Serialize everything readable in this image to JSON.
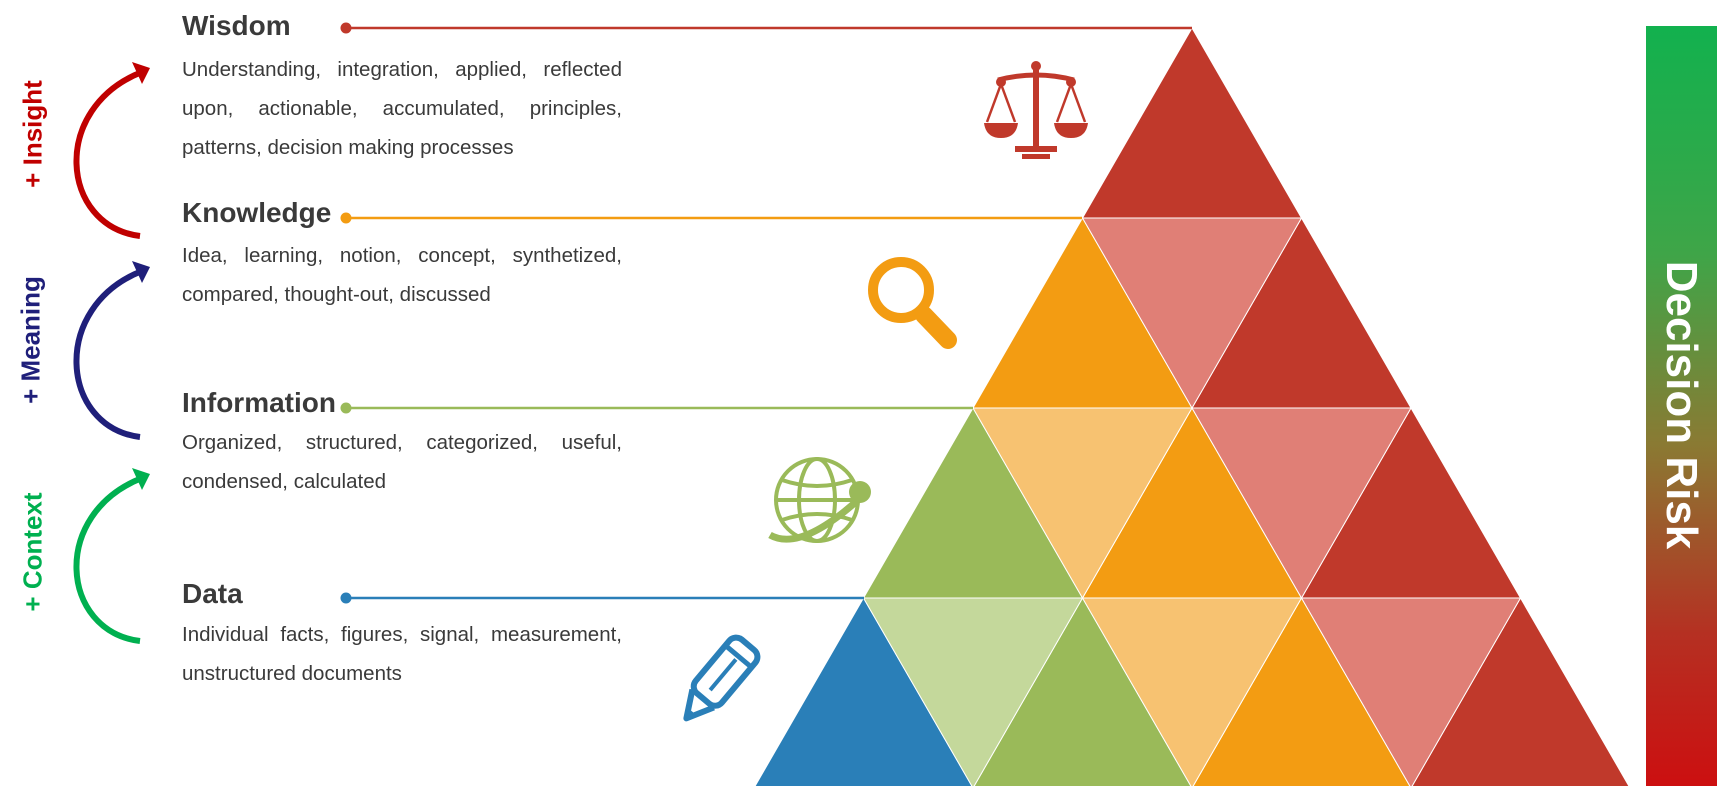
{
  "levels": {
    "wisdom": {
      "title": "Wisdom",
      "description": "Understanding, integration, applied, reflected upon, actionable, accumulated, principles, patterns, decision making processes",
      "color": "#c0392b"
    },
    "knowledge": {
      "title": "Knowledge",
      "description": "Idea, learning, notion, concept, synthetized, compared, thought-out, discussed",
      "color": "#f39c12"
    },
    "information": {
      "title": "Information",
      "description": "Organized, structured, categorized, useful, condensed, calculated",
      "color": "#9aba59"
    },
    "data": {
      "title": "Data",
      "description": "Individual facts, figures, signal, measurement, unstructured documents",
      "color": "#2a7fb8"
    }
  },
  "transitions": {
    "insight": {
      "label": "+ Insight",
      "color": "#c00000"
    },
    "meaning": {
      "label": "+ Meaning",
      "color": "#1f1f7a"
    },
    "context": {
      "label": "+ Context",
      "color": "#00b050"
    }
  },
  "risk": {
    "label": "Decision Risk",
    "gradient_top": "#12b14e",
    "gradient_bottom": "#cc0f10"
  },
  "icons": {
    "wisdom": "scales-icon",
    "knowledge": "magnifier-icon",
    "information": "globe-icon",
    "data": "pencil-icon"
  }
}
